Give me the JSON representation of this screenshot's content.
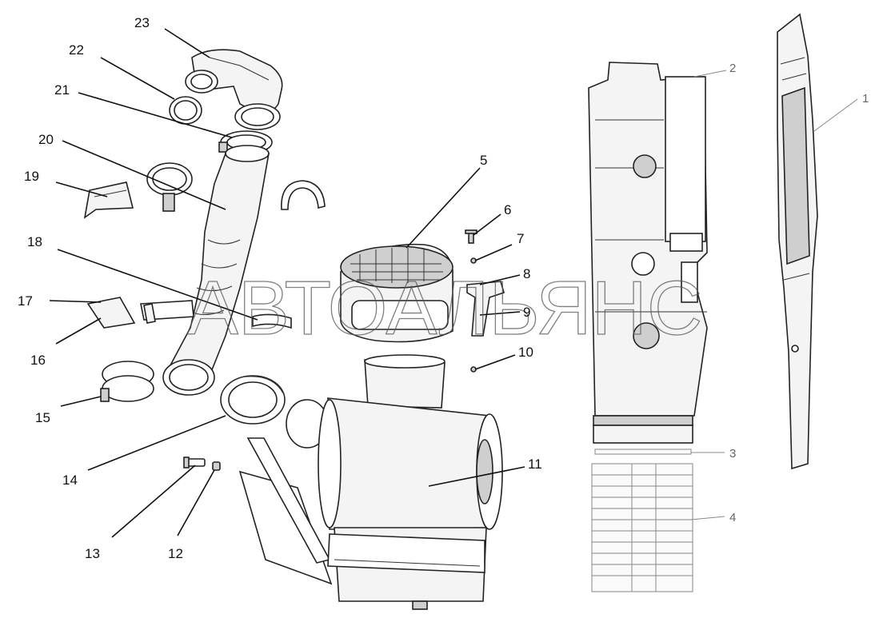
{
  "watermark": "АВТОАЛЬЯНС",
  "callouts": [
    {
      "id": "1",
      "label": "1"
    },
    {
      "id": "2",
      "label": "2"
    },
    {
      "id": "3",
      "label": "3"
    },
    {
      "id": "4",
      "label": "4"
    },
    {
      "id": "5",
      "label": "5"
    },
    {
      "id": "6",
      "label": "6"
    },
    {
      "id": "7",
      "label": "7"
    },
    {
      "id": "8",
      "label": "8"
    },
    {
      "id": "9",
      "label": "9"
    },
    {
      "id": "10",
      "label": "10"
    },
    {
      "id": "11",
      "label": "11"
    },
    {
      "id": "12",
      "label": "12"
    },
    {
      "id": "13",
      "label": "13"
    },
    {
      "id": "14",
      "label": "14"
    },
    {
      "id": "15",
      "label": "15"
    },
    {
      "id": "16",
      "label": "16"
    },
    {
      "id": "17",
      "label": "17"
    },
    {
      "id": "18",
      "label": "18"
    },
    {
      "id": "19",
      "label": "19"
    },
    {
      "id": "20",
      "label": "20"
    },
    {
      "id": "21",
      "label": "21"
    },
    {
      "id": "22",
      "label": "22"
    },
    {
      "id": "23",
      "label": "23"
    }
  ]
}
